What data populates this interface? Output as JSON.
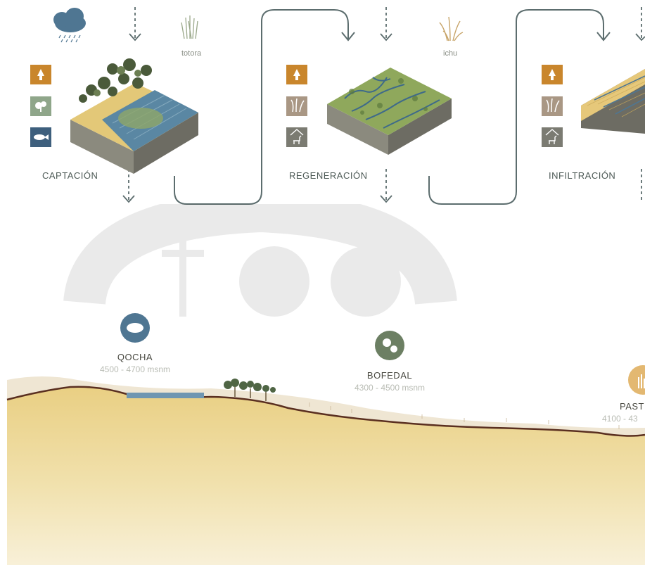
{
  "stages": [
    {
      "label": "CAPTACIÓN",
      "icons": [
        "tree-icon",
        "vegetation-icon",
        "fish-icon"
      ]
    },
    {
      "label": "REGENERACIÓN",
      "icons": [
        "tree-icon",
        "grass-icon",
        "llama-icon"
      ]
    },
    {
      "label": "INFILTRACIÓN",
      "icons": [
        "tree-icon",
        "grass-icon",
        "llama-icon"
      ]
    }
  ],
  "plants": {
    "totora": "totora",
    "ichu": "ichu"
  },
  "zones": [
    {
      "name": "QOCHA",
      "altitude": "4500 - 4700 msnm"
    },
    {
      "name": "BOFEDAL",
      "altitude": "4300 - 4500 msnm"
    },
    {
      "name": "PAST",
      "altitude": "4100 - 43"
    }
  ],
  "colors": {
    "flow_line": "#5c6d6e",
    "tile_orange": "#c9862c",
    "tile_green": "#8fa68a",
    "tile_blue": "#3e5f7d",
    "tile_tan": "#a99784",
    "tile_grey": "#7b7b72",
    "qocha_blue": "#4f7692",
    "bofedal_green": "#6c7f63",
    "pastizal_gold": "#e3b871",
    "ground": "#f0dfa2",
    "ridge": "#5a2f20"
  }
}
